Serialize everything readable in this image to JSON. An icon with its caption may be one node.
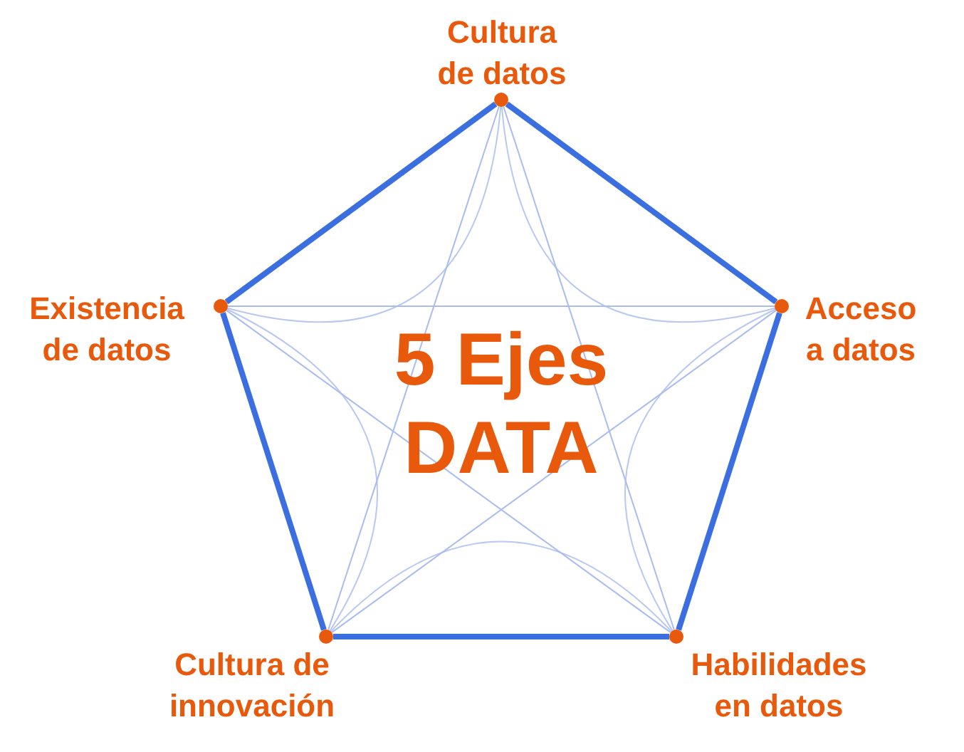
{
  "diagram": {
    "nodes": [
      {
        "text": [],
        "shape": "circle",
        "beside": [
          "Cultura de datos"
        ]
      },
      {
        "text": [],
        "shape": "circle",
        "beside": [
          "Existencia de datos"
        ]
      },
      {
        "text": [],
        "shape": "circle",
        "beside": [
          "Acceso a datos"
        ]
      },
      {
        "text": [],
        "shape": "circle",
        "beside": [
          "Cultura de innovación"
        ]
      },
      {
        "text": [],
        "shape": "circle",
        "beside": [
          "Habilidades en datos"
        ]
      }
    ],
    "edges": [
      {
        "from": 0,
        "to": 2,
        "arrow": "none",
        "style": "thick"
      },
      {
        "from": 2,
        "to": 4,
        "arrow": "none",
        "style": "thick"
      },
      {
        "from": 4,
        "to": 3,
        "arrow": "none",
        "style": "thick"
      },
      {
        "from": 3,
        "to": 1,
        "arrow": "none",
        "style": "thick"
      },
      {
        "from": 1,
        "to": 0,
        "arrow": "none",
        "style": "thick"
      },
      {
        "from": 0,
        "to": 3,
        "arrow": "none",
        "color": "#a9bcf0"
      },
      {
        "from": 0,
        "to": 4,
        "arrow": "none",
        "color": "#a9bcf0"
      },
      {
        "from": 1,
        "to": 2,
        "arrow": "none",
        "color": "#a9bcf0"
      },
      {
        "from": 1,
        "to": 4,
        "arrow": "none",
        "color": "#a9bcf0"
      },
      {
        "from": 2,
        "to": 3,
        "arrow": "none",
        "color": "#a9bcf0"
      }
    ],
    "labels": [
      "5 Ejes DATA"
    ]
  }
}
